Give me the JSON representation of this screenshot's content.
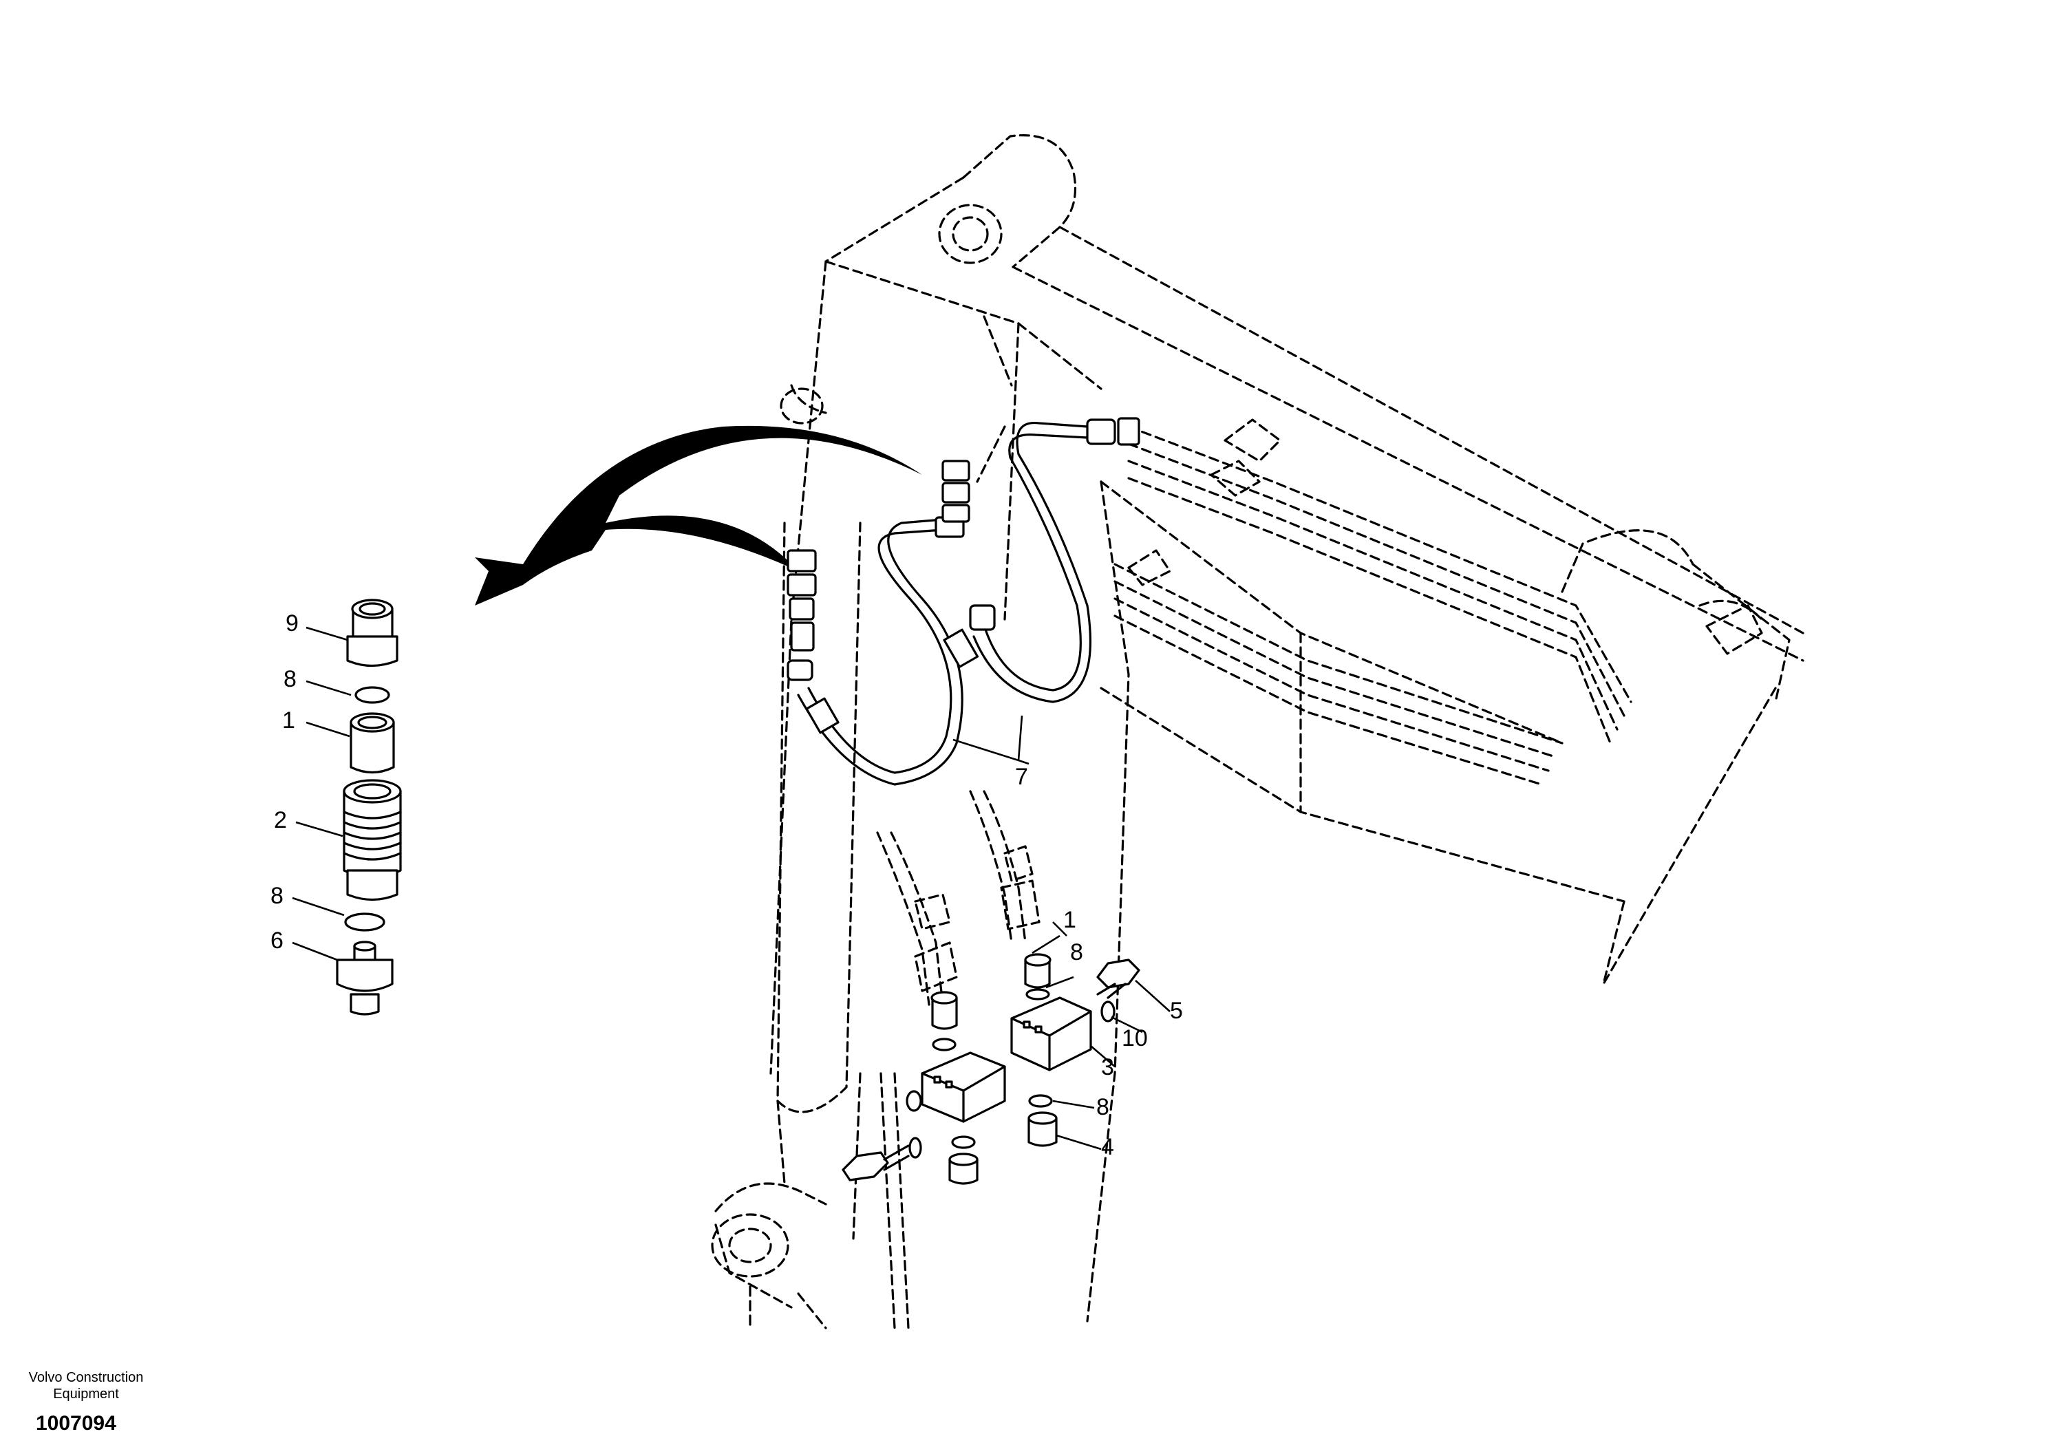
{
  "diagram": {
    "callouts": {
      "c9": "9",
      "c8a": "8",
      "c1a": "1",
      "c2": "2",
      "c8b": "8",
      "c6": "6",
      "c7": "7",
      "c1b": "1",
      "c8c": "8",
      "c5": "5",
      "c10": "10",
      "c3": "3",
      "c8d": "8",
      "c4": "4"
    }
  },
  "footer": {
    "company_line1": "Volvo Construction",
    "company_line2": "Equipment",
    "document_number": "1007094"
  }
}
